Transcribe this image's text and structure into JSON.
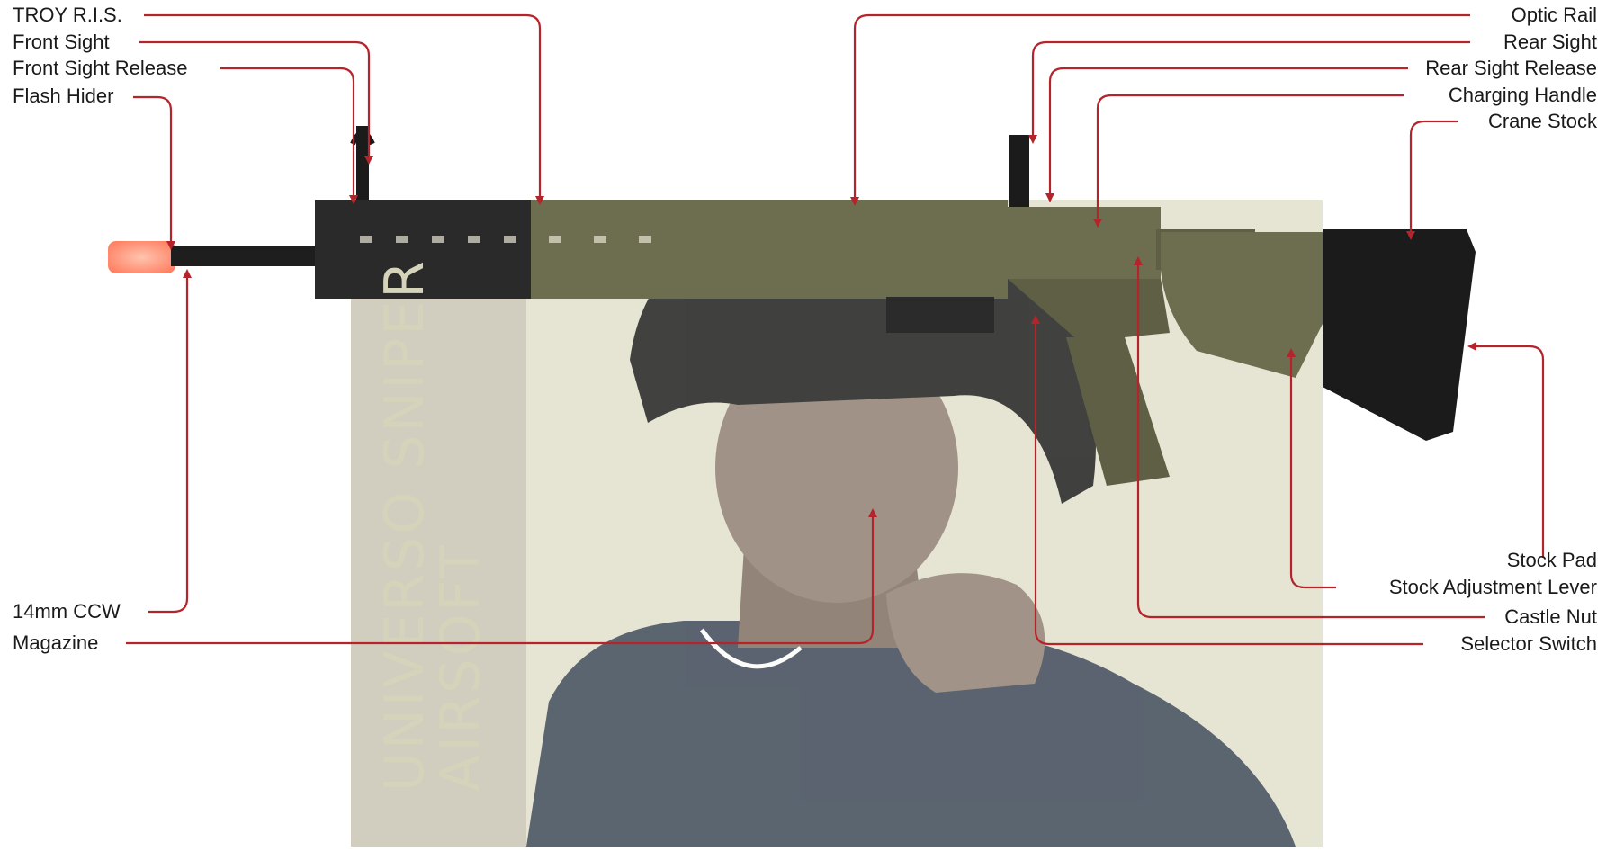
{
  "callouts_left": [
    {
      "id": "troy-ris",
      "text": "TROY R.I.S."
    },
    {
      "id": "front-sight",
      "text": "Front Sight"
    },
    {
      "id": "front-sight-release",
      "text": "Front Sight Release"
    },
    {
      "id": "flash-hider",
      "text": "Flash Hider"
    },
    {
      "id": "ccw",
      "text": "14mm CCW"
    },
    {
      "id": "magazine",
      "text": "Magazine"
    }
  ],
  "callouts_right": [
    {
      "id": "optic-rail",
      "text": "Optic Rail"
    },
    {
      "id": "rear-sight",
      "text": "Rear Sight"
    },
    {
      "id": "rear-sight-release",
      "text": "Rear Sight Release"
    },
    {
      "id": "charging-handle",
      "text": "Charging Handle"
    },
    {
      "id": "crane-stock",
      "text": "Crane Stock"
    },
    {
      "id": "stock-pad",
      "text": "Stock Pad"
    },
    {
      "id": "stock-adjustment-lever",
      "text": "Stock Adjustment Lever"
    },
    {
      "id": "castle-nut",
      "text": "Castle Nut"
    },
    {
      "id": "selector-switch",
      "text": "Selector Switch"
    }
  ],
  "watermark": {
    "line1": "UNIVERSO SNIPER",
    "line2": "AIRSOFT"
  },
  "colors": {
    "leader": "#b5242a",
    "label_text": "#1a1a1a",
    "panel": "#e6e4d2",
    "rifle_tan": "#6d6e50",
    "rifle_dark": "#1b1b1b",
    "tip": "#ff7a5a"
  }
}
